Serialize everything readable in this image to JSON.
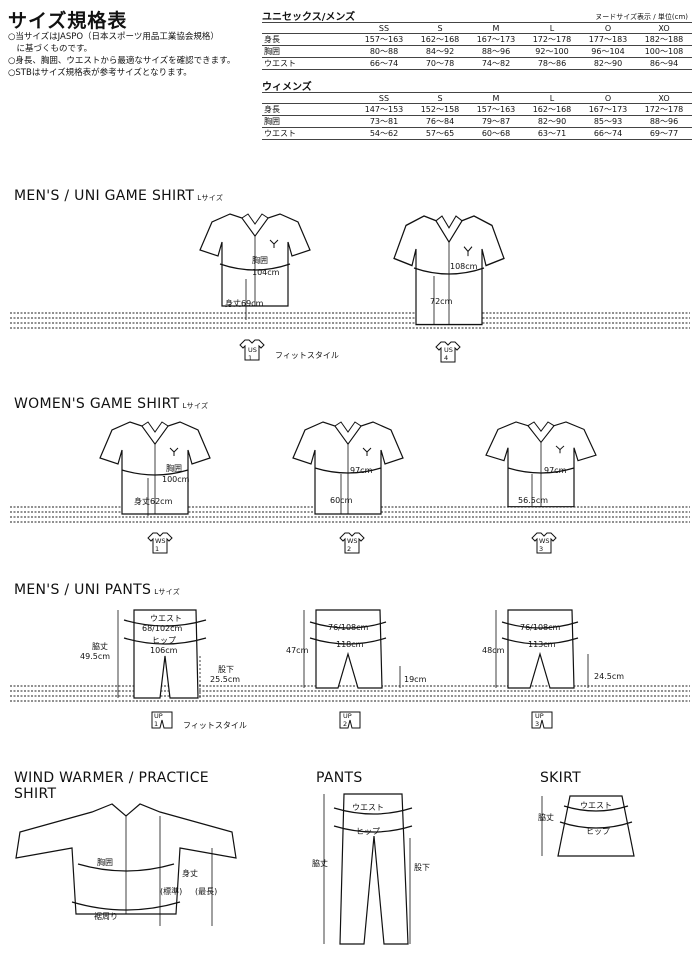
{
  "page": {
    "title": "サイズ規格表",
    "notes": [
      "○当サイズはJASPO（日本スポーツ用品工業協会規格）",
      "　に基づくものです。",
      "○身長、胸囲、ウエストから最適なサイズを確認できます。",
      "○STBはサイズ規格表が参考サイズとなります。"
    ]
  },
  "unisex_table": {
    "heading": "ユニセックス/メンズ",
    "unit_note": "ヌードサイズ表示 / 単位(cm)",
    "columns": [
      "SS",
      "S",
      "M",
      "L",
      "O",
      "XO"
    ],
    "rows": [
      {
        "label": "身長",
        "values": [
          "157〜163",
          "162〜168",
          "167〜173",
          "172〜178",
          "177〜183",
          "182〜188"
        ]
      },
      {
        "label": "胸囲",
        "values": [
          "80〜88",
          "84〜92",
          "88〜96",
          "92〜100",
          "96〜104",
          "100〜108"
        ]
      },
      {
        "label": "ウエスト",
        "values": [
          "66〜74",
          "70〜78",
          "74〜82",
          "78〜86",
          "82〜90",
          "86〜94"
        ]
      }
    ]
  },
  "womens_table": {
    "heading": "ウィメンズ",
    "columns": [
      "SS",
      "S",
      "M",
      "L",
      "O",
      "XO"
    ],
    "rows": [
      {
        "label": "身長",
        "values": [
          "147〜153",
          "152〜158",
          "157〜163",
          "162〜168",
          "167〜173",
          "172〜178"
        ]
      },
      {
        "label": "胸囲",
        "values": [
          "73〜81",
          "76〜84",
          "79〜87",
          "82〜90",
          "85〜93",
          "88〜96"
        ]
      },
      {
        "label": "ウエスト",
        "values": [
          "54〜62",
          "57〜65",
          "60〜68",
          "63〜71",
          "66〜74",
          "69〜77"
        ]
      }
    ]
  },
  "mens_shirt": {
    "heading": "MEN'S / UNI GAME SHIRT",
    "size_note": "Lサイズ",
    "fit_style_label": "フィットスタイル",
    "items": [
      {
        "chest_label": "胸囲",
        "chest": "104cm",
        "length_label": "身丈",
        "length": "69cm",
        "code": "US",
        "num": "1"
      },
      {
        "chest": "108cm",
        "length": "72cm",
        "code": "US",
        "num": "4"
      }
    ]
  },
  "womens_shirt": {
    "heading": "WOMEN'S GAME SHIRT",
    "size_note": "Lサイズ",
    "items": [
      {
        "chest_label": "胸囲",
        "chest": "100cm",
        "length_label": "身丈",
        "length": "62cm",
        "code": "WS",
        "num": "1"
      },
      {
        "chest": "97cm",
        "length": "60cm",
        "code": "WS",
        "num": "2"
      },
      {
        "chest": "97cm",
        "length": "56.5cm",
        "code": "WS",
        "num": "3"
      }
    ]
  },
  "mens_pants": {
    "heading": "MEN'S / UNI PANTS",
    "size_note": "Lサイズ",
    "fit_style_label": "フィットスタイル",
    "items": [
      {
        "waist_label": "ウエスト",
        "waist": "68/102cm",
        "hip_label": "ヒップ",
        "hip": "106cm",
        "length_label": "脇丈",
        "length": "49.5cm",
        "inseam_label": "股下",
        "inseam": "25.5cm",
        "code": "UP",
        "num": "1"
      },
      {
        "waist": "76/108cm",
        "hip": "118cm",
        "length": "47cm",
        "inseam": "19cm",
        "code": "UP",
        "num": "2"
      },
      {
        "waist": "76/108cm",
        "hip": "113cm",
        "length": "48cm",
        "inseam": "24.5cm",
        "code": "UP",
        "num": "3"
      }
    ]
  },
  "wind_warmer": {
    "heading_line1": "WIND WARMER / PRACTICE",
    "heading_line2": "SHIRT",
    "chest_label": "胸囲",
    "length_label": "身丈",
    "standard_label": "(標準)",
    "longest_label": "(最長)",
    "hem_label": "裾周り"
  },
  "pants": {
    "heading": "PANTS",
    "waist_label": "ウエスト",
    "hip_label": "ヒップ",
    "length_label": "脇丈",
    "inseam_label": "股下"
  },
  "skirt": {
    "heading": "SKIRT",
    "waist_label": "ウエスト",
    "hip_label": "ヒップ",
    "length_label": "脇丈"
  }
}
